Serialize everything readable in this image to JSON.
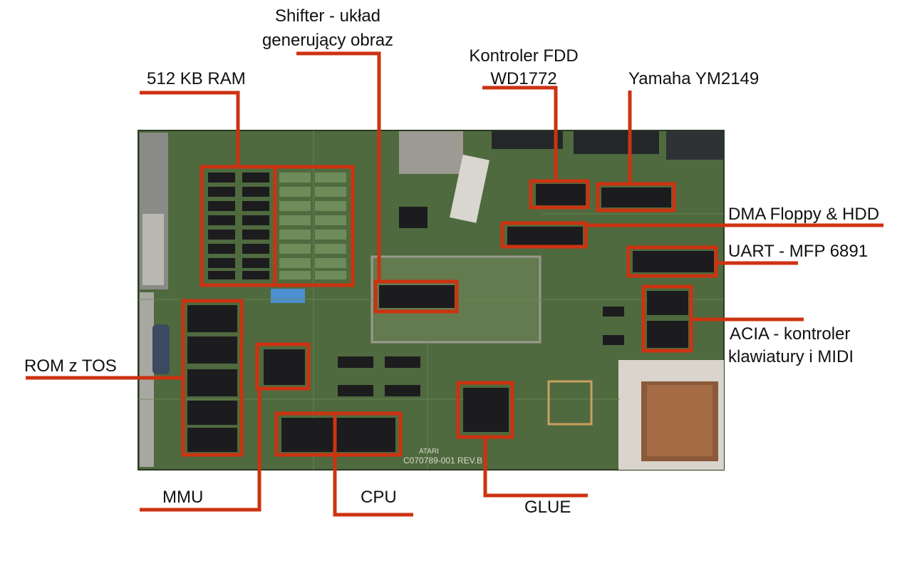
{
  "labels": {
    "ram": "512 KB RAM",
    "shifter_1": "Shifter - układ",
    "shifter_2": "generujący obraz",
    "fdd_1": "Kontroler FDD",
    "fdd_2": "WD1772",
    "yamaha": "Yamaha YM2149",
    "dma": "DMA Floppy & HDD",
    "uart": "UART - MFP 6891",
    "acia_1": "ACIA - kontroler",
    "acia_2": "klawiatury i MIDI",
    "rom": "ROM z TOS",
    "mmu": "MMU",
    "cpu": "CPU",
    "glue": "GLUE"
  },
  "board_marks": {
    "revision": "C070789-001 REV.B",
    "brand": "ATARI"
  },
  "colors": {
    "highlight": "#cc3311",
    "pcb": "#4f6a3e",
    "pcb_dark": "#34492a",
    "chip": "#1c1c1e",
    "background": "#ffffff"
  }
}
